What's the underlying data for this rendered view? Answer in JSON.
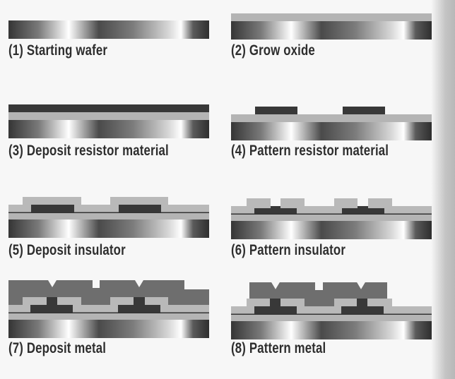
{
  "steps": [
    {
      "label": "(1) Starting wafer"
    },
    {
      "label": "(2) Grow oxide"
    },
    {
      "label": "(3) Deposit resistor material"
    },
    {
      "label": "(4) Pattern resistor material"
    },
    {
      "label": "(5) Deposit insulator"
    },
    {
      "label": "(6) Pattern insulator"
    },
    {
      "label": "(7) Deposit metal"
    },
    {
      "label": "(8) Pattern metal"
    }
  ],
  "colors": {
    "oxide": "#b4b4b4",
    "insulator": "#b9b9b9",
    "resistor": "#383838",
    "metal": "#6e6e6e",
    "wafer_dark": "#2f2f2f",
    "wafer_light": "#ffffff"
  }
}
